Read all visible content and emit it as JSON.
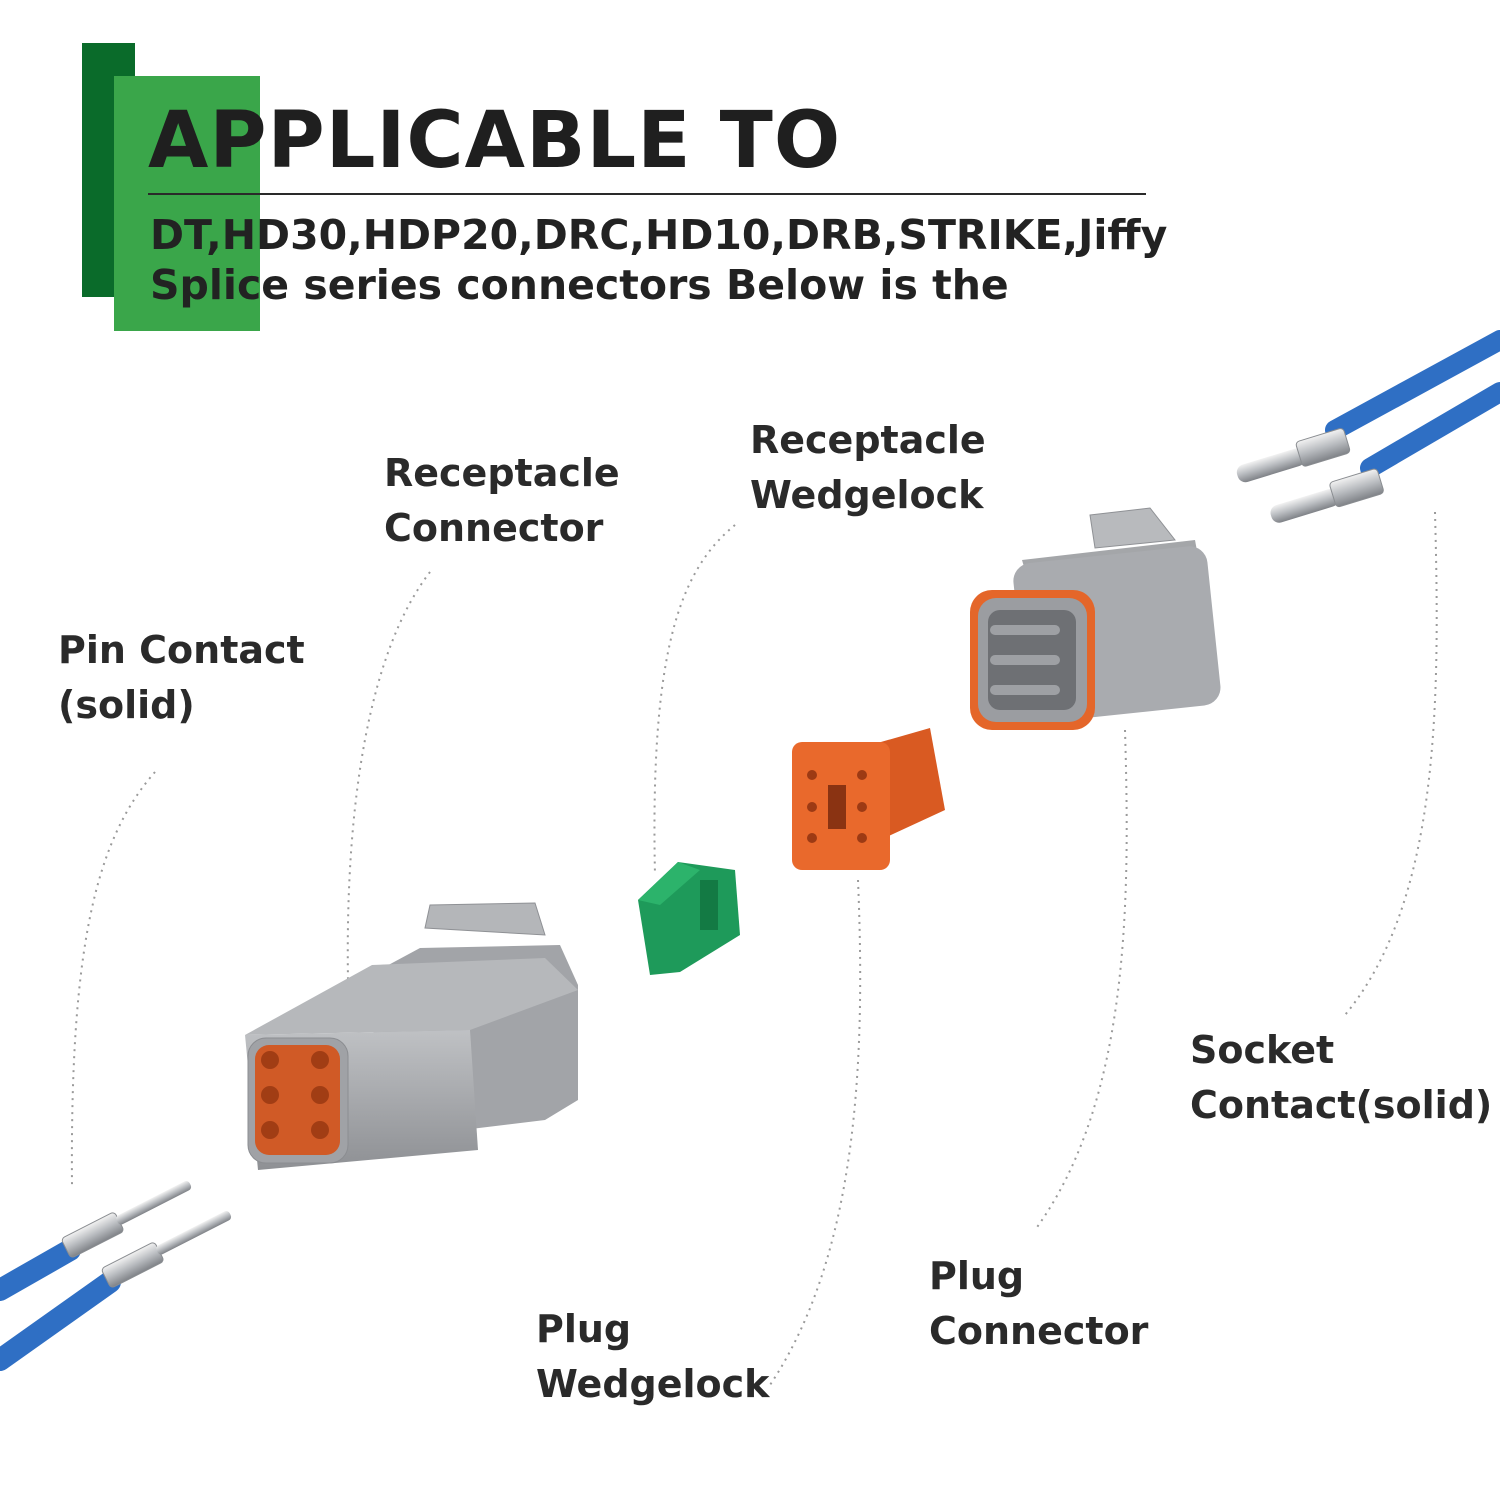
{
  "header": {
    "title": "APPLICABLE TO",
    "description": "DT,HD30,HDP20,DRC,HD10,DRB,STRIKE,Jiffy Splice series connectors Below is the"
  },
  "labels": {
    "pin_contact": {
      "line1": "Pin Contact",
      "line2": "(solid)"
    },
    "receptacle_connector": {
      "line1": "Receptacle",
      "line2": "Connector"
    },
    "receptacle_wedgelock": {
      "line1": "Receptacle",
      "line2": "Wedgelock"
    },
    "socket_contact": {
      "line1": "Socket",
      "line2": "Contact(solid)"
    },
    "plug_connector": {
      "line1": "Plug",
      "line2": "Connector"
    },
    "plug_wedgelock": {
      "line1": "Plug",
      "line2": "Wedgelock"
    }
  },
  "colors": {
    "brand_green_dark": "#0a6b2a",
    "brand_green_light": "#3aa64a",
    "housing_gray": "#a7a9ac",
    "seal_orange": "#e4662a",
    "wedgelock_green": "#1e9a5a",
    "wire_blue": "#2f6fc4"
  }
}
